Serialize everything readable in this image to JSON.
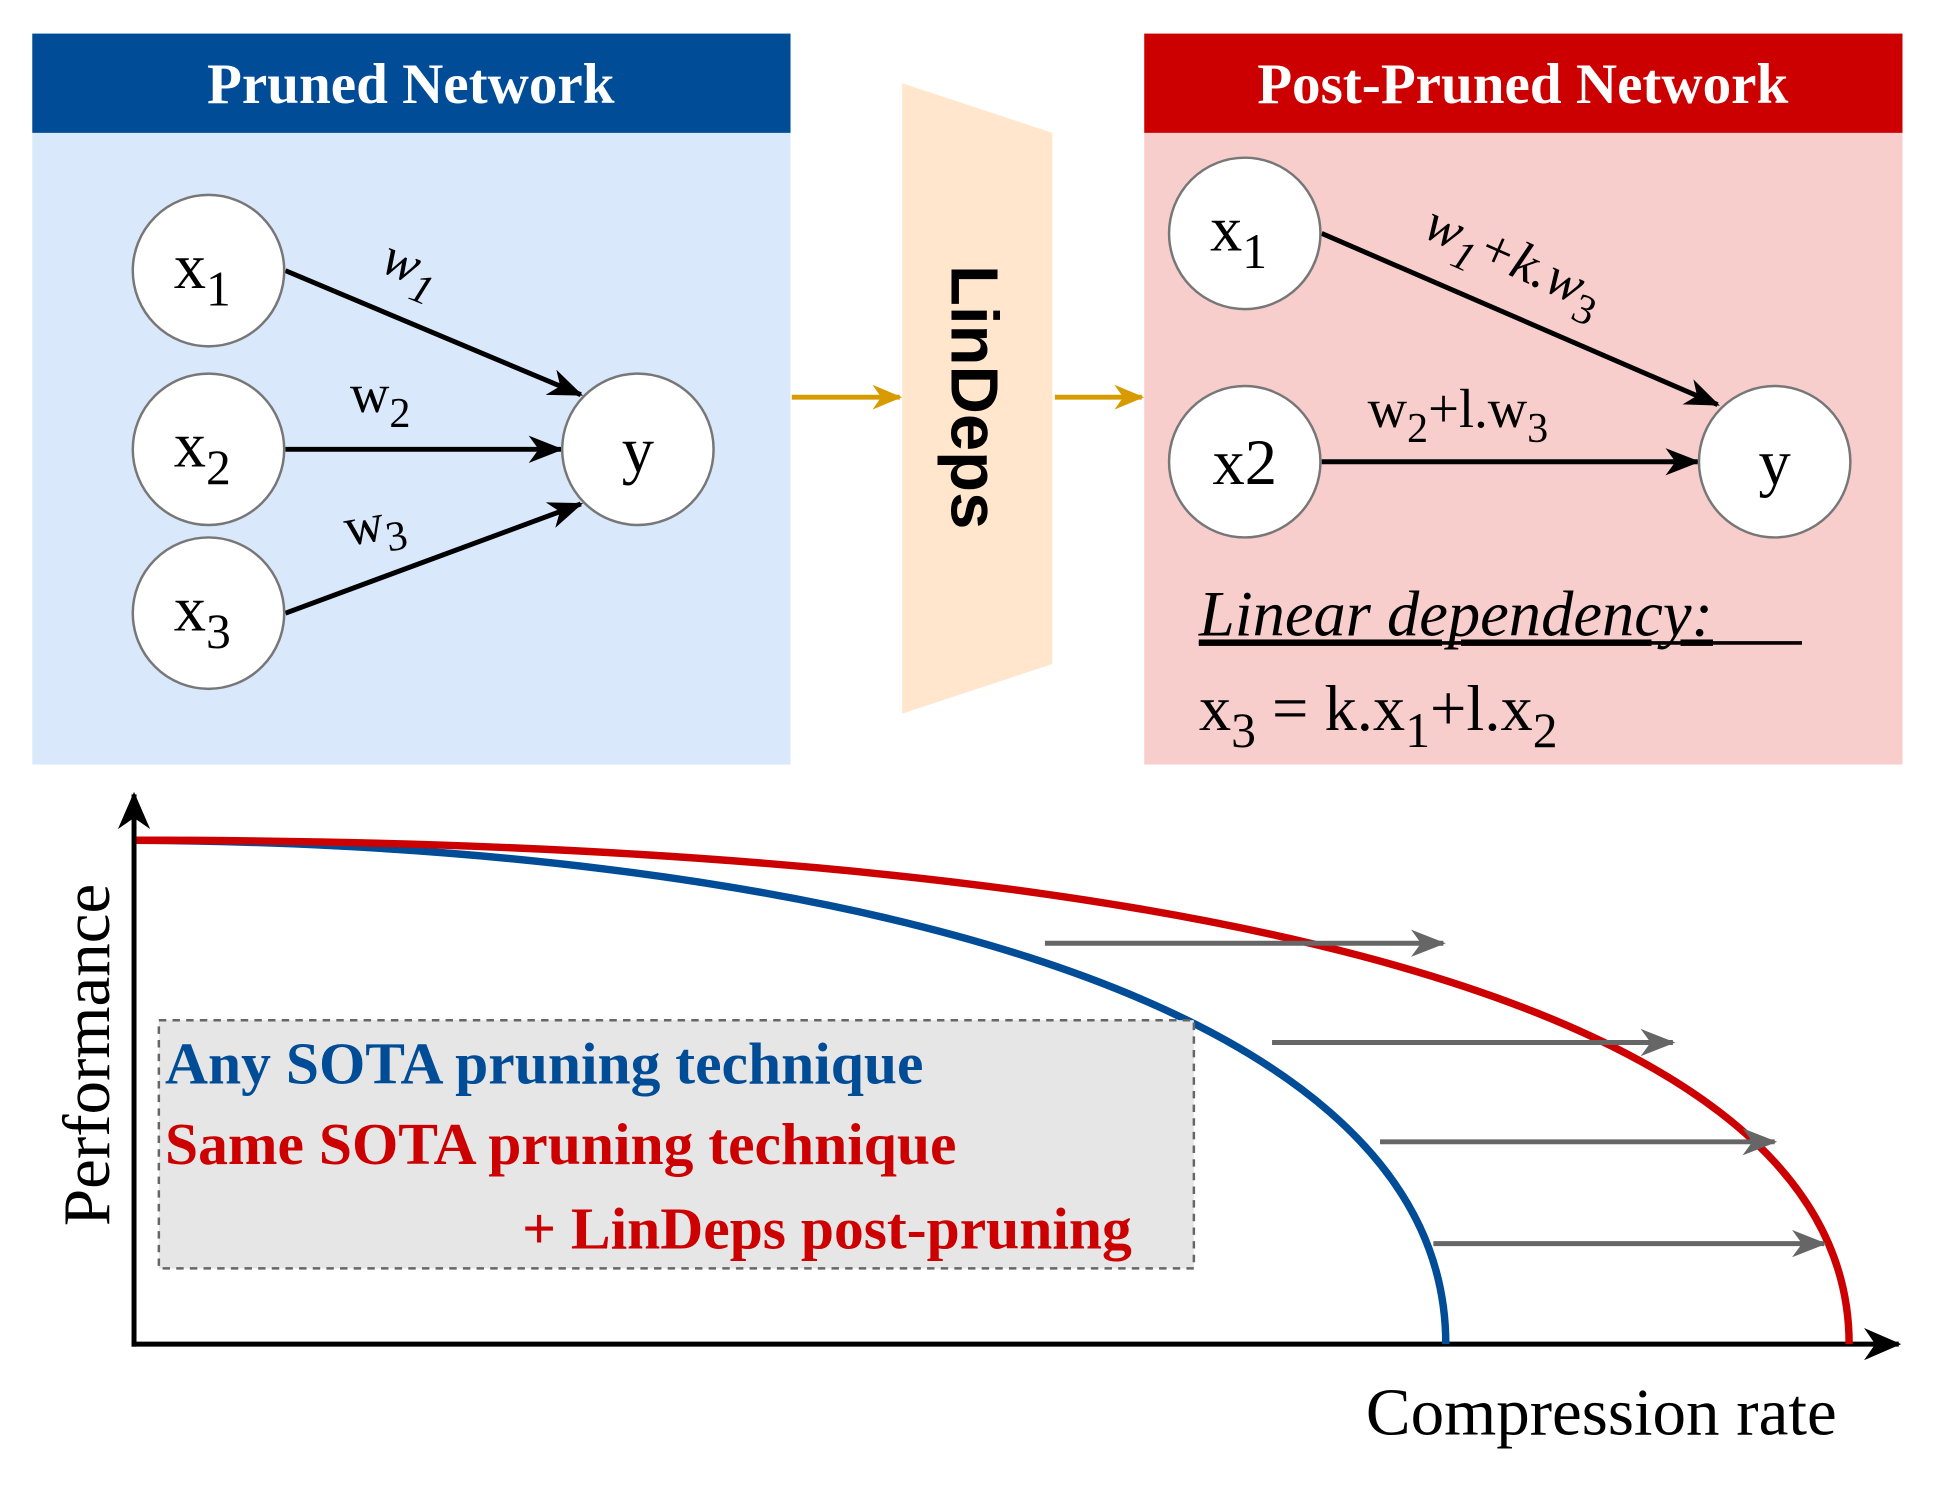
{
  "left_panel": {
    "title": "Pruned Network",
    "nodes": {
      "x1": "x",
      "x1_sub": "1",
      "x2": "x",
      "x2_sub": "2",
      "x3": "x",
      "x3_sub": "3",
      "y": "y"
    },
    "weights": {
      "w1": "w",
      "w1_sub": "1",
      "w2": "w",
      "w2_sub": "2",
      "w3": "w",
      "w3_sub": "3"
    }
  },
  "middle": {
    "label": "LinDeps"
  },
  "right_panel": {
    "title": "Post-Pruned Network",
    "nodes": {
      "x1": "x",
      "x1_sub": "1",
      "x2": "x2",
      "y": "y"
    },
    "edge1": {
      "a": "w",
      "a_sub": "1",
      "b": "+k.w",
      "b_sub": "3"
    },
    "edge2": {
      "a": "w",
      "a_sub": "2",
      "b": "+l.w",
      "b_sub": "3"
    },
    "dependency_title": "Linear dependency:",
    "equation": {
      "p1": "x",
      "s1": "3",
      "p2": " = k.x",
      "s2": "1",
      "p3": "+l.x",
      "s3": "2"
    }
  },
  "chart": {
    "ylabel": "Performance",
    "xlabel": "Compression rate",
    "legend": {
      "blue": "Any SOTA pruning technique",
      "red_line1": "Same SOTA pruning technique",
      "red_line2": "+ LinDeps post-pruning"
    }
  },
  "colors": {
    "blue": "#004C97",
    "red": "#CC0000",
    "blue_bg": "#DAE8FC",
    "red_bg": "#F8CECC",
    "orange": "#D79B00",
    "trap": "#FFE6CC"
  }
}
